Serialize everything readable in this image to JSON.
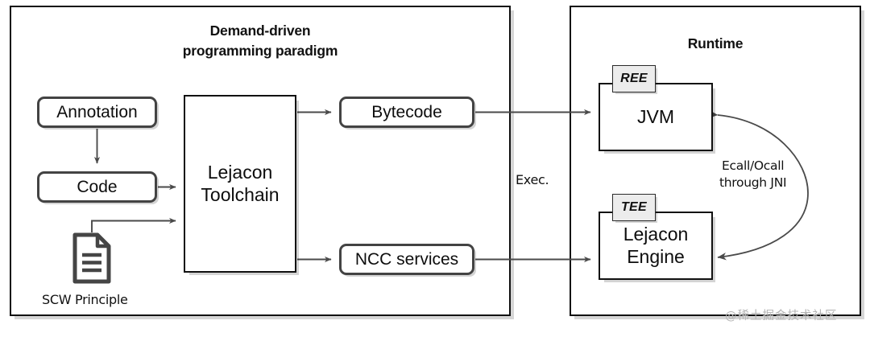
{
  "panels": {
    "left": {
      "title": "Demand-driven\nprogramming paradigm",
      "title_line1": "Demand-driven",
      "title_line2": "programming paradigm"
    },
    "right": {
      "title": "Runtime"
    }
  },
  "nodes": {
    "annotation": "Annotation",
    "code": "Code",
    "toolchain_line1": "Lejacon",
    "toolchain_line2": "Toolchain",
    "bytecode": "Bytecode",
    "ncc_services": "NCC services",
    "jvm": "JVM",
    "engine_line1": "Lejacon",
    "engine_line2": "Engine"
  },
  "badges": {
    "ree": "REE",
    "tee": "TEE"
  },
  "labels": {
    "exec": "Exec.",
    "ecall_line1": "Ecall/Ocall",
    "ecall_line2": "through JNI",
    "scw_principle": "SCW Principle"
  },
  "icons": {
    "scw_document": "document-icon"
  },
  "watermark": "@稀土掘金技术社区",
  "colors": {
    "panel_border": "#111111",
    "pill_border": "#434343",
    "badge_fill": "#ECECEC",
    "wire": "#4a4a4a",
    "background": "#FFFFFF",
    "watermark": "#B4B4B4"
  }
}
